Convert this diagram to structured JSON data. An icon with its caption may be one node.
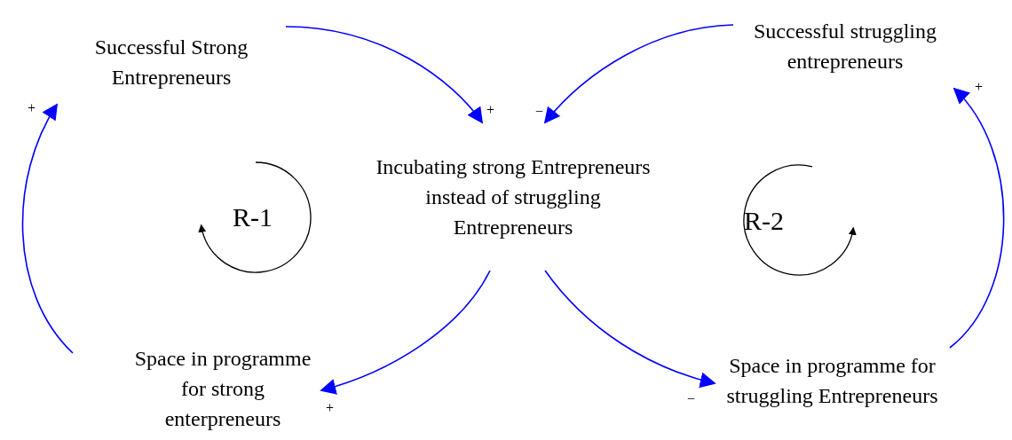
{
  "diagram": {
    "nodes": [
      {
        "text": [
          "Successful Strong Entrepreneurs"
        ]
      },
      {
        "text": [
          "Successful struggling entrepreneurs"
        ]
      },
      {
        "text": [
          "Incubating strong Entrepreneurs instead of struggling Entrepreneurs"
        ]
      },
      {
        "text": [
          "Space in programme for strong enterpreneurs"
        ]
      },
      {
        "text": [
          "Space in programme for struggling Entrepreneurs"
        ]
      }
    ],
    "edges": [
      {
        "from": 0,
        "to": 2,
        "arrow": "to",
        "label": "+"
      },
      {
        "from": 1,
        "to": 2,
        "arrow": "to",
        "label": "−"
      },
      {
        "from": 2,
        "to": 3,
        "arrow": "to",
        "label": "+"
      },
      {
        "from": 2,
        "to": 4,
        "arrow": "to",
        "label": "−"
      },
      {
        "from": 3,
        "to": 0,
        "arrow": "to",
        "label": "+"
      },
      {
        "from": 4,
        "to": 1,
        "arrow": "to",
        "label": "+"
      }
    ],
    "labels": [
      "R-1",
      "R-2"
    ]
  }
}
